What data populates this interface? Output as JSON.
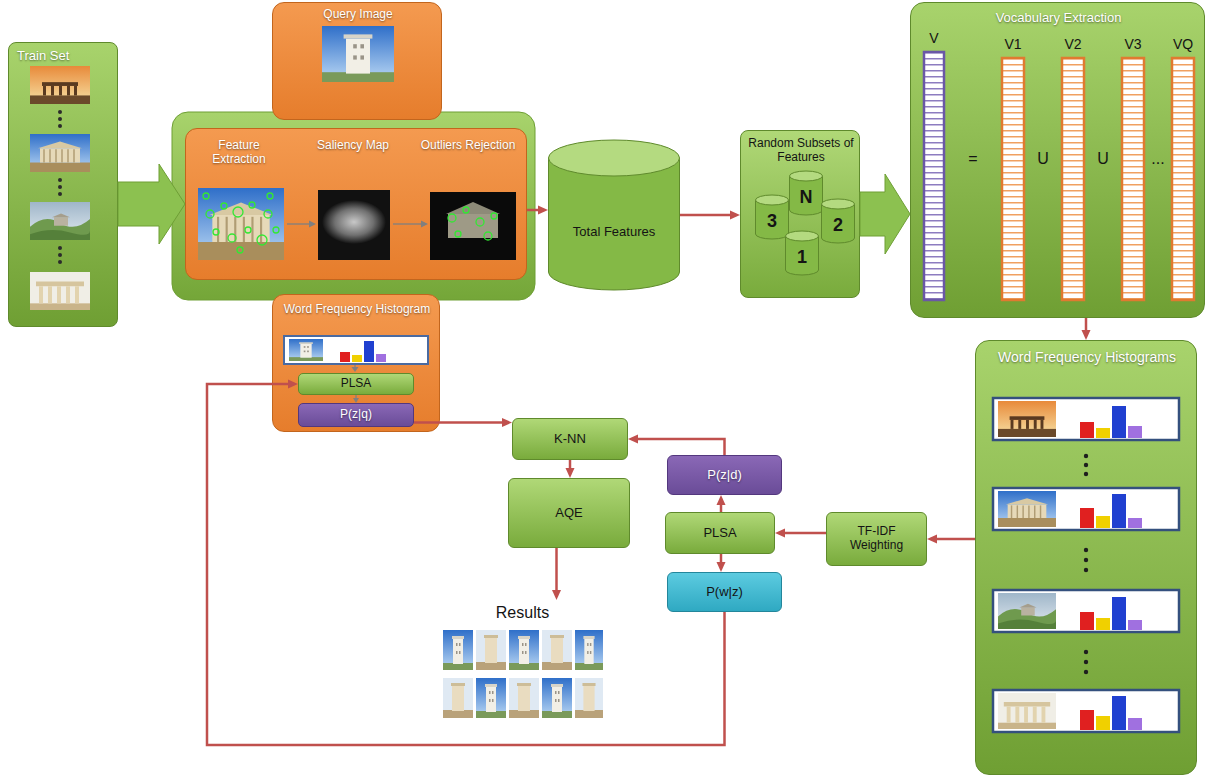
{
  "diagram": {
    "nodes": [
      {
        "text": [
          "Train Set"
        ]
      },
      {
        "text": [
          "Query Image"
        ]
      },
      {
        "text": [
          "Feature Extraction",
          "Saliency Map",
          "Outliers Rejection"
        ]
      },
      {
        "text": [
          "Word Frequency Histogram"
        ]
      },
      {
        "text": [
          "PLSA"
        ],
        "in": 3
      },
      {
        "text": [
          "P(z|q)"
        ],
        "in": 3
      },
      {
        "text": [
          "Total Features"
        ]
      },
      {
        "text": [
          "Random Subsets of Features"
        ]
      },
      {
        "text": [
          "N"
        ],
        "in": 7
      },
      {
        "text": [
          "3"
        ],
        "in": 7
      },
      {
        "text": [
          "2"
        ],
        "in": 7
      },
      {
        "text": [
          "1"
        ],
        "in": 7
      },
      {
        "text": [
          "Vocabulary Extraction"
        ]
      },
      {
        "text": [
          "K-NN"
        ]
      },
      {
        "text": [
          "AQE"
        ]
      },
      {
        "text": [
          "P(z|d)"
        ]
      },
      {
        "text": [
          "PLSA"
        ]
      },
      {
        "text": [
          "TF-IDF Weighting"
        ]
      },
      {
        "text": [
          "P(w|z)"
        ]
      },
      {
        "text": [
          "Word Frequency Histograms"
        ]
      },
      {
        "text": [
          "Results"
        ]
      }
    ],
    "edges": [
      {
        "from": 0,
        "to": 2,
        "arrow": "to"
      },
      {
        "from": 2,
        "to": 6,
        "arrow": "to"
      },
      {
        "from": 6,
        "to": 7,
        "arrow": "to"
      },
      {
        "from": 7,
        "to": 12,
        "arrow": "to"
      },
      {
        "from": 12,
        "to": 19,
        "arrow": "to"
      },
      {
        "from": 19,
        "to": 17,
        "arrow": "to"
      },
      {
        "from": 17,
        "to": 16,
        "arrow": "to"
      },
      {
        "from": 16,
        "to": 15,
        "arrow": "to"
      },
      {
        "from": 16,
        "to": 18,
        "arrow": "to"
      },
      {
        "from": 15,
        "to": 13,
        "arrow": "to"
      },
      {
        "from": 5,
        "to": 13,
        "arrow": "to"
      },
      {
        "from": 13,
        "to": 14,
        "arrow": "to"
      },
      {
        "from": 14,
        "to": 20,
        "arrow": "to"
      },
      {
        "from": 18,
        "to": 4,
        "arrow": "to"
      },
      {
        "from": 4,
        "to": 5,
        "arrow": "to"
      }
    ],
    "labels": [
      "V",
      "V1",
      "V2",
      "V3",
      "VQ",
      "=",
      "U",
      "U",
      "..."
    ]
  }
}
